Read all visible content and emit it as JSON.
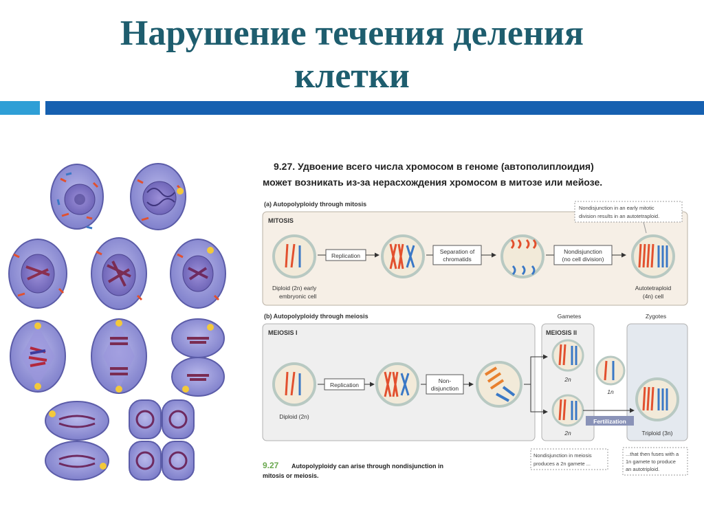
{
  "slide": {
    "title_line1": "Нарушение течения деления",
    "title_line2": "клетки"
  },
  "figure": {
    "heading_line1": "9.27. Удвоение всего числа хромосом в геноме  (автополиплоидия)",
    "heading_line2": "может возникать из-за нерасхождения хромосом в митозе или мейозе.",
    "part_a": {
      "label": "(a)  Autopolyploidy through mitosis",
      "box_label": "MITOSIS",
      "start_caption_1": "Diploid (2n) early",
      "start_caption_2": "embryonic cell",
      "step1": "Replication",
      "step2_line1": "Separation of",
      "step2_line2": "chromatids",
      "step3_line1": "Nondisjunction",
      "step3_line2": "(no cell division)",
      "note_line1": "Nondisjunction in an early mitotic",
      "note_line2": "division results in an autotetraploid.",
      "end_caption_1": "Autotetraploid",
      "end_caption_2": "(4n) cell"
    },
    "part_b": {
      "label": "(b)  Autopolyploidy through meiosis",
      "gametes_label": "Gametes",
      "zygotes_label": "Zygotes",
      "meiosis1_label": "MEIOSIS I",
      "meiosis2_label": "MEIOSIS II",
      "start_caption": "Diploid (2n)",
      "step1": "Replication",
      "step2_line1": "Non-",
      "step2_line2": "disjunction",
      "gamete_top_label": "2n",
      "gamete_bottom_label": "2n",
      "haploid_label": "1n",
      "fertilization": "Fertilization",
      "end_caption": "Triploid (3n)",
      "note_left_line1": "Nondisjunction in meiosis",
      "note_left_line2": "produces a 2n gamete ...",
      "note_right_line1": "...that then fuses with a",
      "note_right_line2": "1n gamete to produce",
      "note_right_line3": "an autotriploid."
    },
    "caption_number": "9.27",
    "caption_line1": "Autopolyploidy can arise through nondisjunction in",
    "caption_line2": "mitosis or meiosis."
  },
  "colors": {
    "title": "#1e5d6e",
    "bar_light": "#2f9fd6",
    "bar_dark": "#1660b0",
    "cell_fill": "#8e8fd6",
    "chromosome_red": "#e2502e",
    "chromosome_blue": "#3a78c6",
    "panel_a_bg": "#f6efe6",
    "panel_b_bg": "#efefef"
  }
}
